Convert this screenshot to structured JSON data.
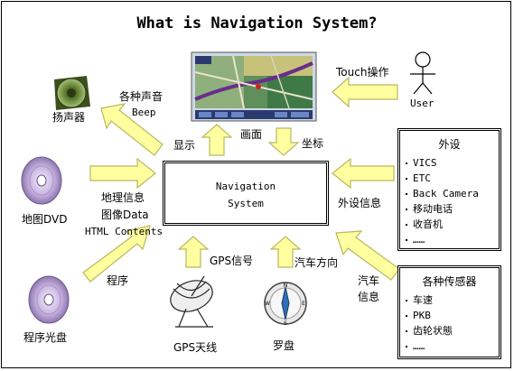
{
  "title": "What is Navigation System?",
  "center": {
    "line1": "Navigation",
    "line2": "System"
  },
  "labels": {
    "speaker": "扬声器",
    "speaker_arrow_line1": "各种声音",
    "speaker_arrow_line2": "Beep",
    "display": "显示",
    "screen": "画面",
    "coords": "坐标",
    "touch": "Touch操作",
    "user": "User",
    "map_dvd": "地图DVD",
    "map_info_line1": "地理信息",
    "map_info_line2": "图像Data",
    "map_info_line3": "HTML Contents",
    "program": "程序",
    "program_disc": "程序光盘",
    "gps_signal": "GPS信号",
    "gps_antenna": "GPS天线",
    "car_direction": "汽车方向",
    "compass": "罗盘",
    "peripheral_info": "外设信息",
    "car_info_line1": "汽车",
    "car_info_line2": "信息"
  },
  "peripherals": {
    "title": "外设",
    "items": [
      "VICS",
      "ETC",
      "Back Camera",
      "移动电话",
      "收音机",
      "……"
    ]
  },
  "sensors": {
    "title": "各种传感器",
    "items": [
      "车速",
      "PKB",
      "齿轮状態",
      "……"
    ]
  },
  "colors": {
    "arrow_fill": "#ffffa0",
    "arrow_stroke": "#b8b860",
    "disc": "#c9b5e0",
    "speaker": "#556b2f"
  }
}
